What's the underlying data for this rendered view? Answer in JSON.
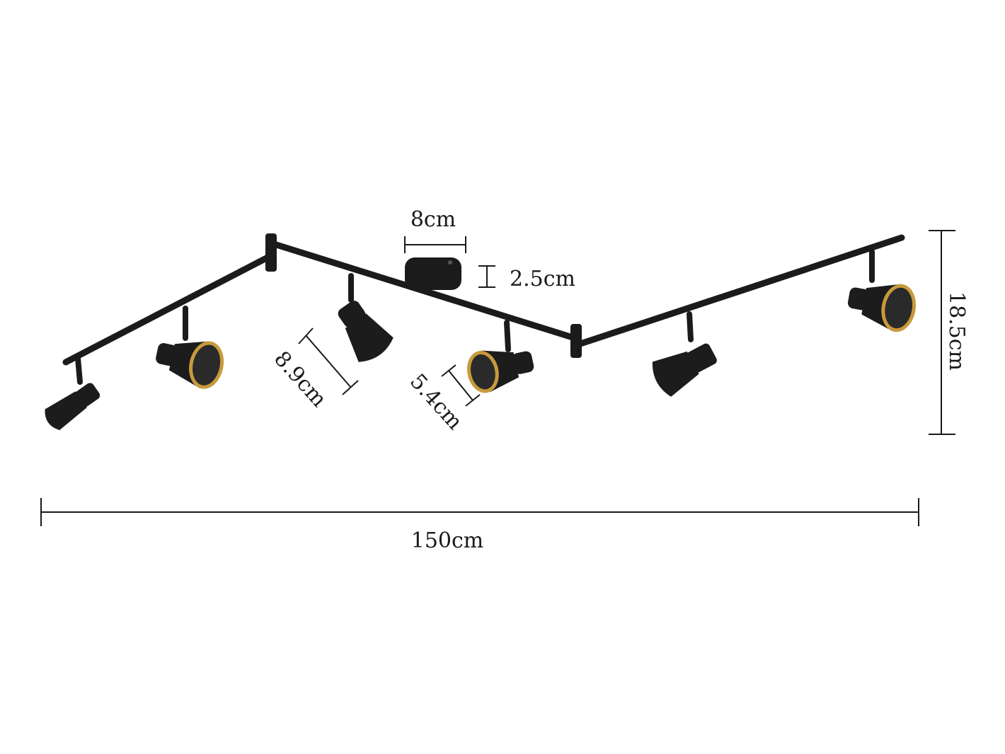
{
  "figure": {
    "subject": "6-spot adjustable ceiling light fixture dimensions",
    "colors": {
      "fixture": "#1b1b1b",
      "lens_rim": "#c79a3c",
      "dimension_lines": "#1a1a1a",
      "background": "#ffffff"
    }
  },
  "dimensions": {
    "base_width": "8cm",
    "base_height": "2.5cm",
    "shade_length": "8.9cm",
    "shade_diameter": "5.4cm",
    "total_height": "18.5cm",
    "total_length": "150cm"
  }
}
